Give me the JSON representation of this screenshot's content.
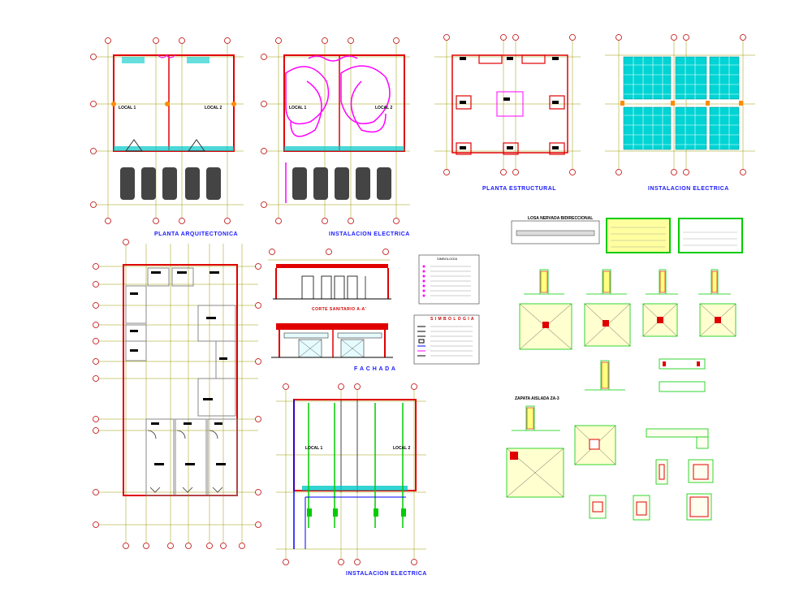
{
  "titles": {
    "planta_arquitectonica": "PLANTA ARQUITECTONICA",
    "instalacion_electrica_1": "INSTALACION ELECTRICA",
    "planta_estructural": "PLANTA ESTRUCTURAL",
    "instalacion_electrica_2": "INSTALACION ELECTRICA",
    "corte_sanitario": "CORTE SANITARIO A-A'",
    "fachada": "F A C H A D A",
    "instalacion_electrica_3": "INSTALACION ELECTRICA"
  },
  "rooms": {
    "local1": "LOCAL 1",
    "local2": "LOCAL 2"
  },
  "legend": {
    "simbologia_title_1": "SIMBOLOGIA",
    "simbologia_title_2": "S I M B O L O G I A"
  },
  "details": {
    "losa_title": "LOSA NERVADA BIDIRECCIONAL",
    "zapata_title": "ZAPATA AISLADA ZA-3"
  },
  "colors": {
    "wall": "#e00000",
    "grid": "#9a9a00",
    "title": "#1a1aff",
    "electric": "#ff00ff",
    "slab": "#00c8c8",
    "column": "#ff8c00",
    "structure": "#00cc00"
  }
}
